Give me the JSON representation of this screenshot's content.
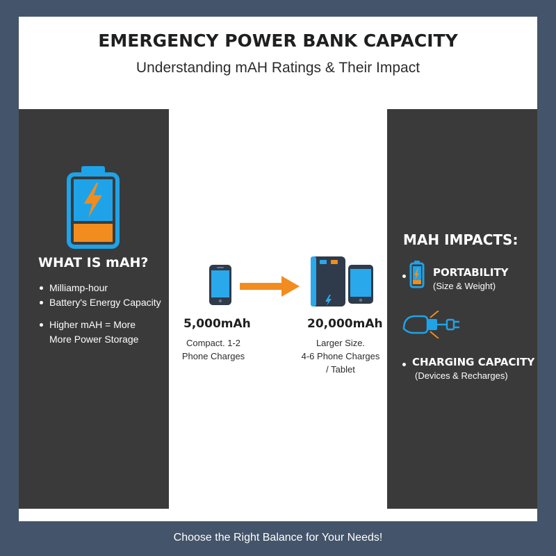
{
  "header": {
    "title": "EMERGENCY POWER BANK CAPACITY",
    "subtitle": "Understanding mAH Ratings & Their Impact"
  },
  "left_panel": {
    "heading": "WHAT IS mAH?",
    "bullets": [
      "Milliamp-hour",
      "Battery's Energy Capacity",
      "Higher mAH = More"
    ],
    "bullet_continuation": "More Power Storage"
  },
  "comparison": {
    "small": {
      "capacity": "5,000mAh",
      "desc_line1": "Compact. 1-2",
      "desc_line2": "Phone Charges"
    },
    "large": {
      "capacity": "20,000mAh",
      "desc_line1": "Larger Size.",
      "desc_line2": "4-6 Phone Charges",
      "desc_line3": "/ Tablet"
    }
  },
  "right_panel": {
    "heading": "MAH IMPACTS:",
    "impacts": [
      {
        "title": "PORTABILITY",
        "sub": "(Size & Weight)"
      },
      {
        "title": "CHARGING CAPACITY",
        "sub": "(Devices & Recharges)"
      }
    ]
  },
  "footer": {
    "text": "Choose the Right Balance for Your Needs!"
  },
  "colors": {
    "background": "#44546a",
    "panel": "#3a3a3a",
    "accent_blue": "#1fa3e8",
    "accent_orange": "#f28c1e"
  },
  "icons": [
    "battery-icon",
    "phone-icon",
    "arrow-right-icon",
    "power-bank-icon",
    "tablet-icon",
    "small-battery-icon",
    "plug-hand-icon"
  ]
}
